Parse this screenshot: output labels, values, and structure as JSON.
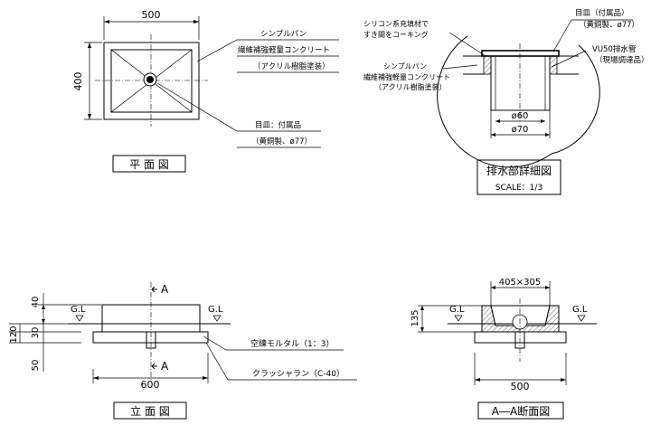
{
  "plan": {
    "dim_width": "500",
    "dim_depth": "400",
    "labels": {
      "sink": "シンプルパン",
      "material": "繊維補強軽量コンクリート",
      "coating": "（アクリル樹脂塗装）",
      "drain_plate": "目皿：付属品",
      "drain_spec": "（黄銅製、ø77）"
    },
    "title": "平 面 図"
  },
  "detail": {
    "labels": {
      "caulk_1": "シリコン系充填材で",
      "caulk_2": "すき間をコーキング",
      "plate_1": "目皿（付属品）",
      "plate_2": "（黄銅製、ø77）",
      "pipe_1": "VU50排水管",
      "pipe_2": "（現場調達品）",
      "sink_1": "シンプルパン",
      "sink_2": "繊維補強軽量コンクリート",
      "sink_3": "（アクリル樹脂塗装）"
    },
    "dim_inner": "ø60",
    "dim_outer": "ø70",
    "title": "排水部詳細図",
    "scale": "SCALE：1/3"
  },
  "elevation": {
    "dim_40": "40",
    "dim_30": "30",
    "dim_120": "120",
    "dim_50": "50",
    "dim_width": "600",
    "ground": "G.L",
    "section_mark": "A",
    "mortar": "空練モルタル（1：3）",
    "gravel": "クラッシャラン（C-40）",
    "title": "立 面 図"
  },
  "section": {
    "dim_top": "405×305",
    "dim_135": "135",
    "dim_width": "500",
    "ground": "G.L",
    "title": "A―A断面図"
  }
}
